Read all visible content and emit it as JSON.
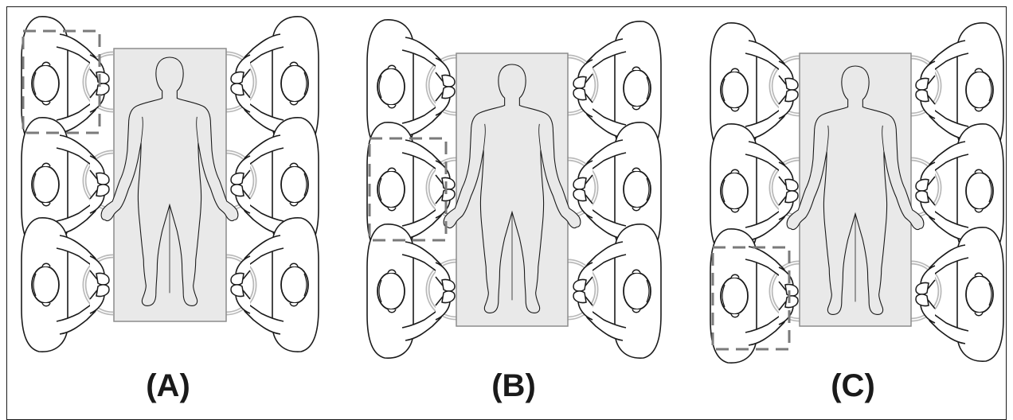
{
  "panels": [
    {
      "label": "(A)",
      "highlighted_seat": "left-top"
    },
    {
      "label": "(B)",
      "highlighted_seat": "left-middle"
    },
    {
      "label": "(C)",
      "highlighted_seat": "left-bottom"
    }
  ],
  "colors": {
    "table_fill": "#e9e9e9",
    "table_border": "#8c8c8c",
    "outline": "#1a1a1a",
    "stool": "#b9b9b9",
    "highlight_box": "#7a7a7a",
    "frame": "#1a1a1a"
  }
}
